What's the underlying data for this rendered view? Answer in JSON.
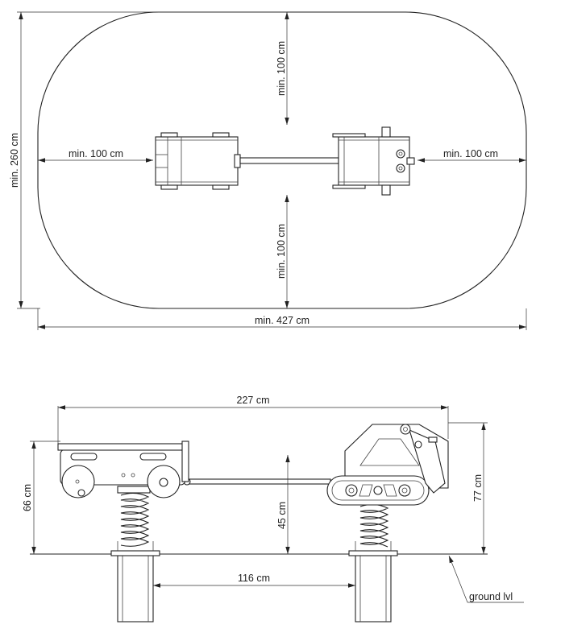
{
  "plan_view": {
    "dimensions": {
      "top_clearance": "min. 100 cm",
      "bottom_clearance": "min. 100 cm",
      "left_clearance": "min. 100 cm",
      "right_clearance": "min. 100 cm",
      "total_width": "min. 427 cm",
      "total_depth": "min. 260 cm"
    }
  },
  "side_view": {
    "dimensions": {
      "overall_length": "227 cm",
      "left_height": "66 cm",
      "right_height": "77 cm",
      "seat_height": "45 cm",
      "post_spacing": "116 cm"
    },
    "ground_label": "ground lvl"
  }
}
